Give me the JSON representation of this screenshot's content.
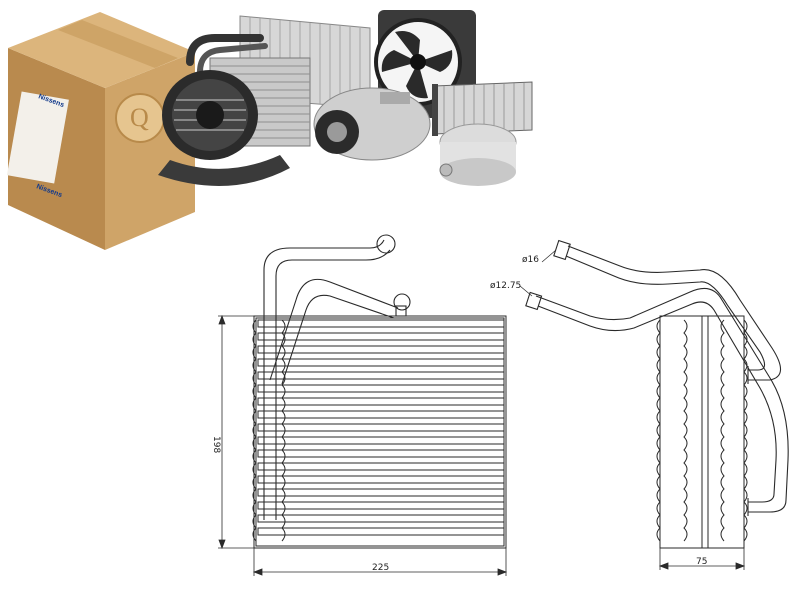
{
  "product_photo": {
    "box_brand": "Nissens",
    "box_brand_side": "Nissens"
  },
  "drawing": {
    "dimensions": {
      "height": "198",
      "width": "225",
      "depth": "75",
      "pipe_large": "ø16",
      "pipe_small": "ø12.75"
    }
  },
  "colors": {
    "line": "#2a2a2a",
    "box": "#c79a5c",
    "brand": "#123a8c"
  }
}
